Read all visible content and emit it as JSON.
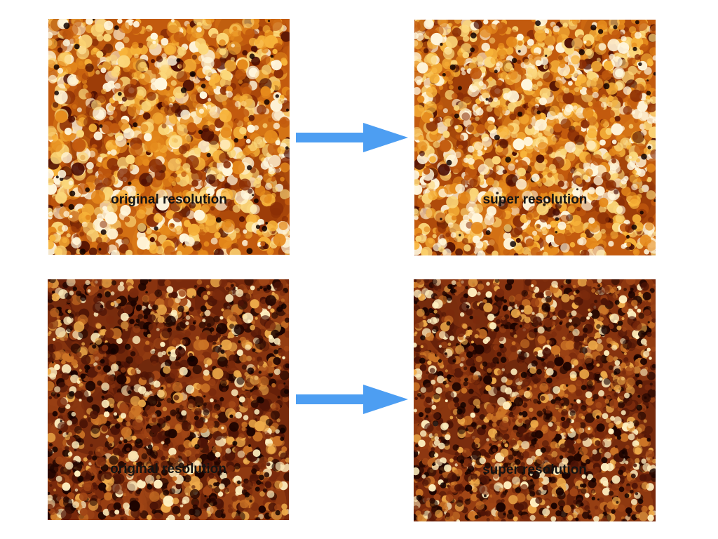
{
  "panels": {
    "top_left": {
      "caption": "original resolution"
    },
    "top_right": {
      "caption": "super resolution"
    },
    "bottom_left": {
      "caption": "original resolution"
    },
    "bottom_right": {
      "caption": "super resolution"
    }
  },
  "colors": {
    "arrow": "#4d9ef2",
    "caption_text": "#141414",
    "top_palette": [
      "#4a0c02",
      "#8a2e06",
      "#c25a0e",
      "#e58a1c",
      "#f7b33a",
      "#fbd77a",
      "#fff6dc"
    ],
    "bottom_palette": [
      "#1c0300",
      "#4d1406",
      "#7a2a0c",
      "#a14616",
      "#cc7426",
      "#eeab4a",
      "#fff0c0"
    ]
  },
  "icons": {
    "arrow_top": "right-arrow-icon",
    "arrow_bottom": "right-arrow-icon"
  }
}
